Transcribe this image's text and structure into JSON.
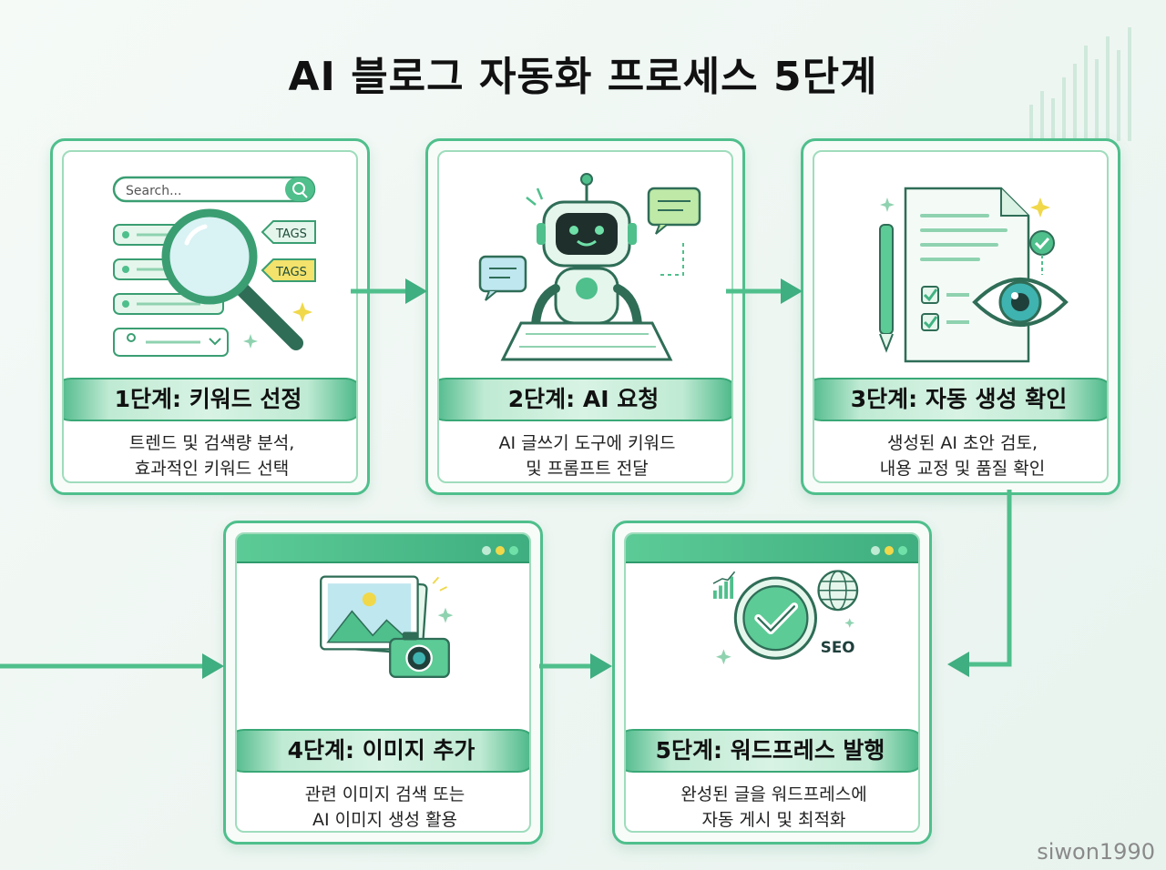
{
  "title": "AI 블로그 자동화 프로세스 5단계",
  "steps": [
    {
      "label": "1단계: 키워드 선정",
      "desc_line1": "트렌드 및 검색량 분석,",
      "desc_line2": "효과적인 키워드 선택"
    },
    {
      "label": "2단계: AI 요청",
      "desc_line1": "AI 글쓰기 도구에 키워드",
      "desc_line2": "및 프롬프트 전달"
    },
    {
      "label": "3단계: 자동 생성 확인",
      "desc_line1": "생성된 AI 초안 검토,",
      "desc_line2": "내용 교정 및 품질 확인"
    },
    {
      "label": "4단계: 이미지 추가",
      "desc_line1": "관련 이미지 검색 또는",
      "desc_line2": "AI 이미지 생성 활용"
    },
    {
      "label": "5단계: 워드프레스 발행",
      "desc_line1": "완성된 글을 워드프레스에",
      "desc_line2": "자동 게시 및 최적화"
    }
  ],
  "illustrations": {
    "search_placeholder": "Search...",
    "tag1": "TAGS",
    "tag2": "TAGS",
    "seo": "SEO"
  },
  "watermark": "siwon1990",
  "colors": {
    "primary": "#3fb381",
    "accent": "#2f9a6c",
    "light": "#d8f3e4"
  }
}
